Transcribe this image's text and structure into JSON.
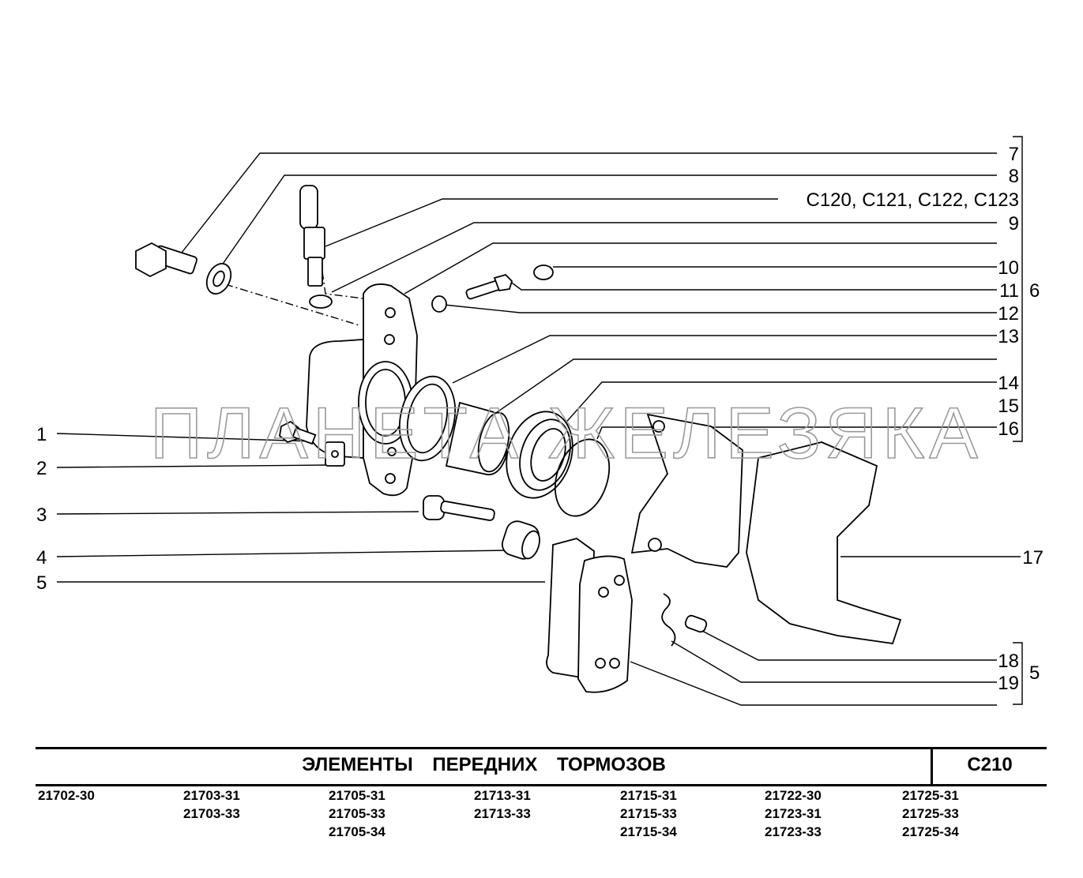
{
  "callouts_left": [
    "1",
    "2",
    "3",
    "4",
    "5"
  ],
  "callouts_right": [
    "7",
    "8",
    "C120, C121, C122, C123",
    "9",
    "10",
    "11",
    "12",
    "13",
    "14",
    "15",
    "16",
    "17",
    "18",
    "19"
  ],
  "group_labels": [
    "6",
    "5"
  ],
  "watermark": "ПЛАНЕТА ЖЕЛЕЗЯКА",
  "title": "ЭЛЕМЕНТЫ   ПЕРЕДНИХ   ТОРМОЗОВ",
  "code": "C210",
  "models": [
    [
      "21702-30"
    ],
    [
      "21703-31",
      "21703-33"
    ],
    [
      "21705-31",
      "21705-33",
      "21705-34"
    ],
    [
      "21713-31",
      "21713-33"
    ],
    [
      "21715-31",
      "21715-33",
      "21715-34"
    ],
    [
      "21722-30",
      "21723-31",
      "21723-33"
    ],
    [
      "21725-31",
      "21725-33",
      "21725-34"
    ]
  ]
}
